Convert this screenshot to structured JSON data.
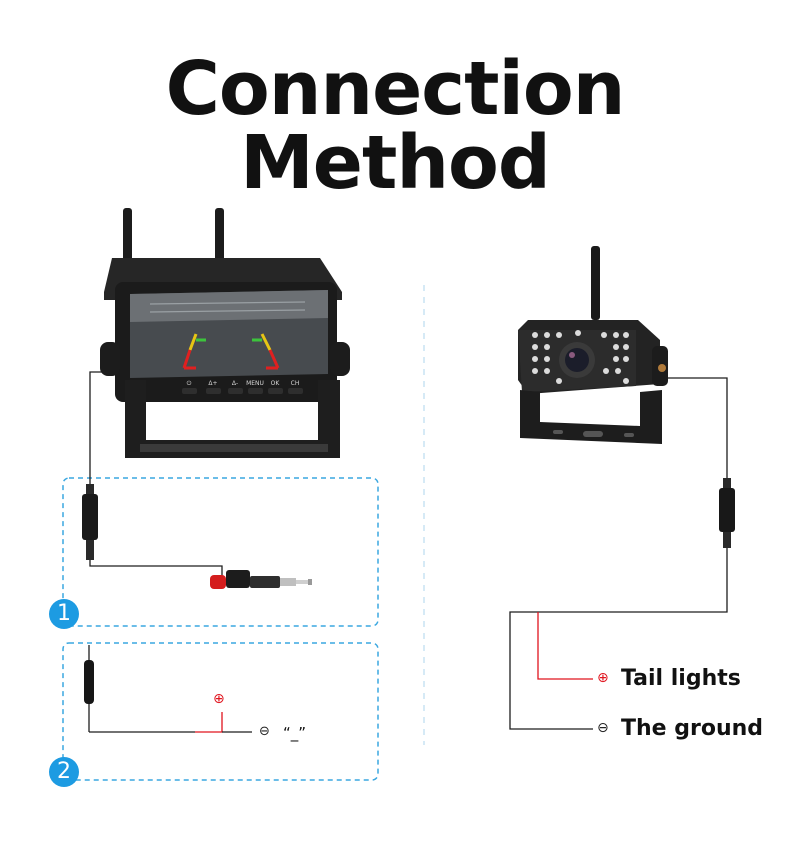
{
  "title": "Connection Method",
  "monitor": {
    "buttons": [
      "⏻",
      "Δ+",
      "Δ-",
      "MENU",
      "OK",
      "CH"
    ]
  },
  "steps": {
    "one": "1",
    "two": "2"
  },
  "option2": {
    "positive_symbol": "⊕",
    "negative_symbol": "⊖",
    "negative_label": "“_”"
  },
  "camera_wiring": {
    "tail_symbol": "⊕",
    "tail_label": "Tail lights",
    "ground_symbol": "⊖",
    "ground_label": "The ground"
  },
  "colors": {
    "step_badge": "#1d9be2",
    "dashed_box": "#3aa7e0",
    "positive_wire": "#e0141e",
    "ground_wire": "#222222"
  }
}
